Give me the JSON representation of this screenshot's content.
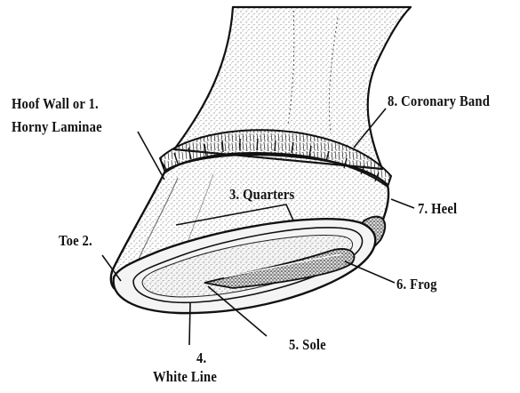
{
  "labels": {
    "hoof_wall_line1": "Hoof Wall or  1.",
    "hoof_wall_line2": "Horny Laminae",
    "toe": "Toe  2.",
    "quarters": "3.  Quarters",
    "white_line_num": "4.",
    "white_line": "White Line",
    "sole": "5.  Sole",
    "frog": "6.  Frog",
    "heel": "7.  Heel",
    "coronary_band": "8.  Coronary Band"
  }
}
